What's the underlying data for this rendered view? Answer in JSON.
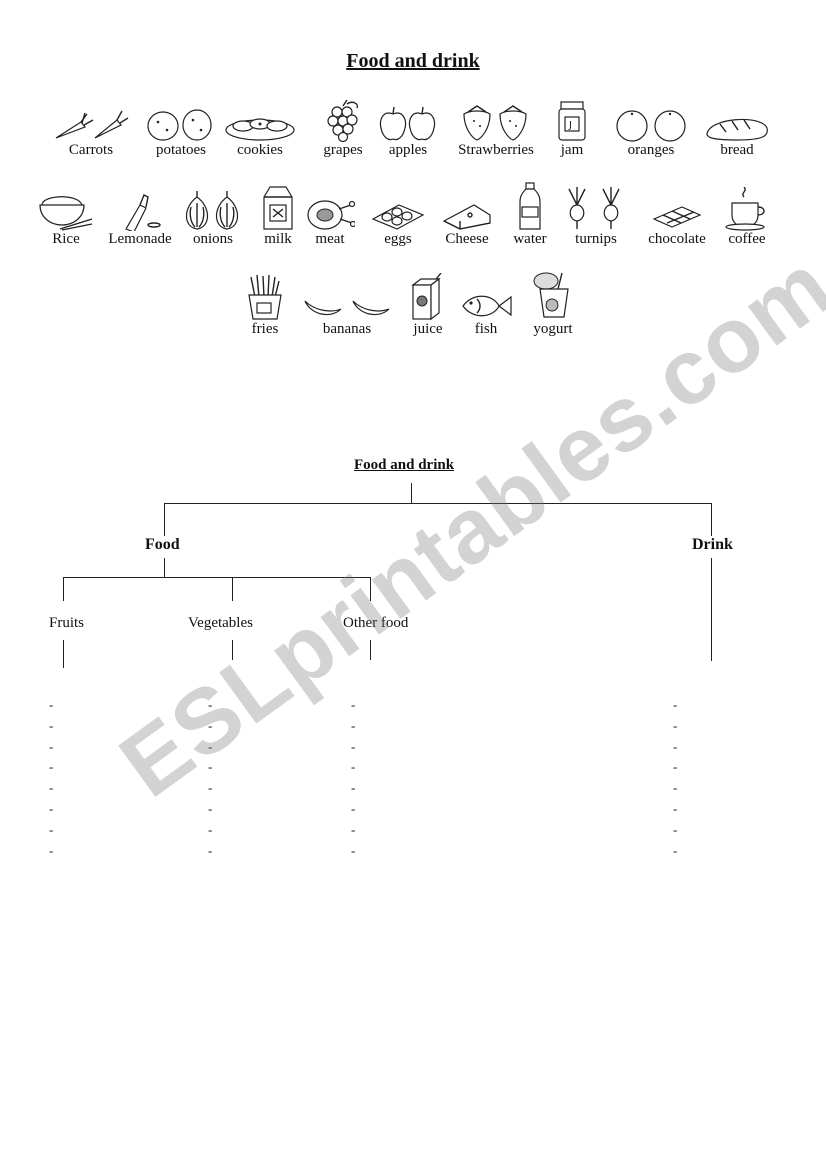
{
  "title": "Food and drink",
  "vocabulary": {
    "row1": [
      "Carrots",
      "potatoes",
      "cookies",
      "grapes",
      "apples",
      "Strawberries",
      "jam",
      "oranges",
      "bread"
    ],
    "row2": [
      "Rice",
      "Lemonade",
      "onions",
      "milk",
      "meat",
      "eggs",
      "Cheese",
      "water",
      "turnips",
      "chocolate",
      "coffee"
    ],
    "row3": [
      "fries",
      "bananas",
      "juice",
      "fish",
      "yogurt"
    ]
  },
  "tree": {
    "root": "Food and drink",
    "food": "Food",
    "drink": "Drink",
    "fruits": "Fruits",
    "vegetables": "Vegetables",
    "other_food": "Other food"
  },
  "blank_marker": "-",
  "watermark": "ESLprintables.com",
  "icons": {
    "row1": [
      "carrot-icon",
      "potato-icon",
      "cookie-icon",
      "grapes-icon",
      "apple-icon",
      "strawberry-icon",
      "jam-jar-icon",
      "orange-icon",
      "bread-icon"
    ],
    "row2": [
      "rice-bowl-icon",
      "lemonade-bottle-icon",
      "onion-icon",
      "milk-carton-icon",
      "meat-icon",
      "eggs-icon",
      "cheese-icon",
      "water-bottle-icon",
      "turnip-icon",
      "chocolate-icon",
      "coffee-cup-icon"
    ],
    "row3": [
      "fries-icon",
      "banana-icon",
      "juice-box-icon",
      "fish-icon",
      "yogurt-icon"
    ]
  }
}
